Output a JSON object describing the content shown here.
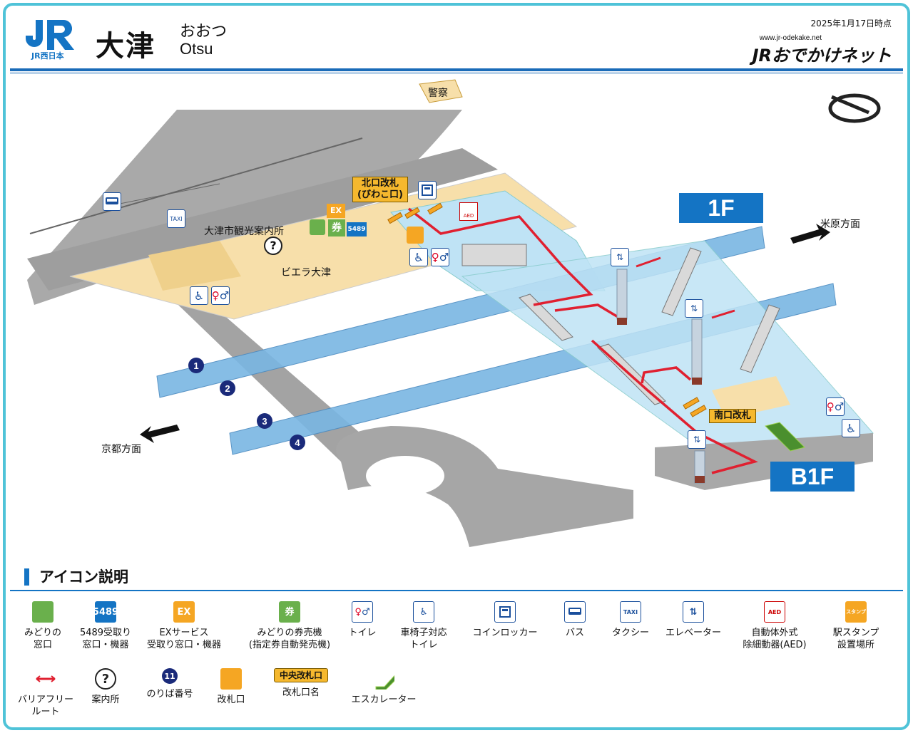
{
  "header": {
    "operator": "JR西日本",
    "station_kanji": "大津",
    "station_kana": "おおつ",
    "station_romaji": "Otsu",
    "as_of": "2025年1月17日時点",
    "site_url": "www.jr-odekake.net",
    "site_name": "JRおでかけネット"
  },
  "map": {
    "floors": {
      "upper": "1F",
      "lower": "B1F"
    },
    "gates": {
      "north": "北口改札",
      "north_sub": "(びわこ口)",
      "south": "南口改札"
    },
    "places": {
      "police": "警察",
      "tourist_info": "大津市観光案内所",
      "shop": "ビエラ大津",
      "toward_east": "米原方面",
      "toward_west": "京都方面"
    },
    "platforms": [
      "1",
      "2",
      "3",
      "4"
    ],
    "icon_text": {
      "taxi": "TAXI",
      "ticket": "券",
      "ex": "EX",
      "s5489": "5489",
      "aed": "AED",
      "info": "?"
    }
  },
  "legend": {
    "title": "アイコン説明",
    "items": [
      {
        "name": "midori",
        "label1": "みどりの",
        "label2": "窓口",
        "icon": "midori-icon",
        "color": "#6ab04c"
      },
      {
        "name": "5489",
        "label1": "5489受取り",
        "label2": "窓口・機器",
        "icon": "5489-icon",
        "glyph": "5489",
        "color": "#1474c4"
      },
      {
        "name": "ex",
        "label1": "EXサービス",
        "label2": "受取り窓口・機器",
        "icon": "ex-icon",
        "glyph": "EX",
        "color": "#f5a623"
      },
      {
        "name": "ticket",
        "label1": "みどりの券売機",
        "label2": "(指定券自動発売機)",
        "icon": "ticket-icon",
        "glyph": "券",
        "color": "#6ab04c"
      },
      {
        "name": "toilet",
        "label1": "トイレ",
        "label2": "",
        "icon": "toilet-icon"
      },
      {
        "name": "wheelchair-toilet",
        "label1": "車椅子対応",
        "label2": "トイレ",
        "icon": "wheelchair-toilet-icon"
      },
      {
        "name": "locker",
        "label1": "コインロッカー",
        "label2": "",
        "icon": "locker-icon"
      },
      {
        "name": "bus",
        "label1": "バス",
        "label2": "",
        "icon": "bus-icon"
      },
      {
        "name": "taxi",
        "label1": "タクシー",
        "label2": "",
        "icon": "taxi-icon",
        "glyph": "TAXI"
      },
      {
        "name": "elevator",
        "label1": "エレベーター",
        "label2": "",
        "icon": "elevator-icon"
      },
      {
        "name": "aed",
        "label1": "自動体外式",
        "label2": "除細動器(AED)",
        "icon": "aed-icon",
        "glyph": "AED"
      },
      {
        "name": "stamp",
        "label1": "駅スタンプ",
        "label2": "設置場所",
        "icon": "stamp-icon",
        "glyph": "スタンプ"
      },
      {
        "name": "barrier-free",
        "label1": "バリアフリー",
        "label2": "ルート",
        "icon": "barrier-free-route-icon"
      },
      {
        "name": "info",
        "label1": "案内所",
        "label2": "",
        "icon": "information-icon",
        "glyph": "?"
      },
      {
        "name": "platform",
        "label1": "のりば番号",
        "label2": "",
        "icon": "platform-number-icon",
        "glyph": "11"
      },
      {
        "name": "gate",
        "label1": "改札口",
        "label2": "",
        "icon": "ticket-gate-icon"
      },
      {
        "name": "gate-name",
        "label1": "改札口名",
        "label2": "",
        "icon": "gate-name-icon",
        "glyph": "中央改札口"
      },
      {
        "name": "escalator",
        "label1": "エスカレーター",
        "label2": "",
        "icon": "escalator-icon"
      }
    ]
  }
}
